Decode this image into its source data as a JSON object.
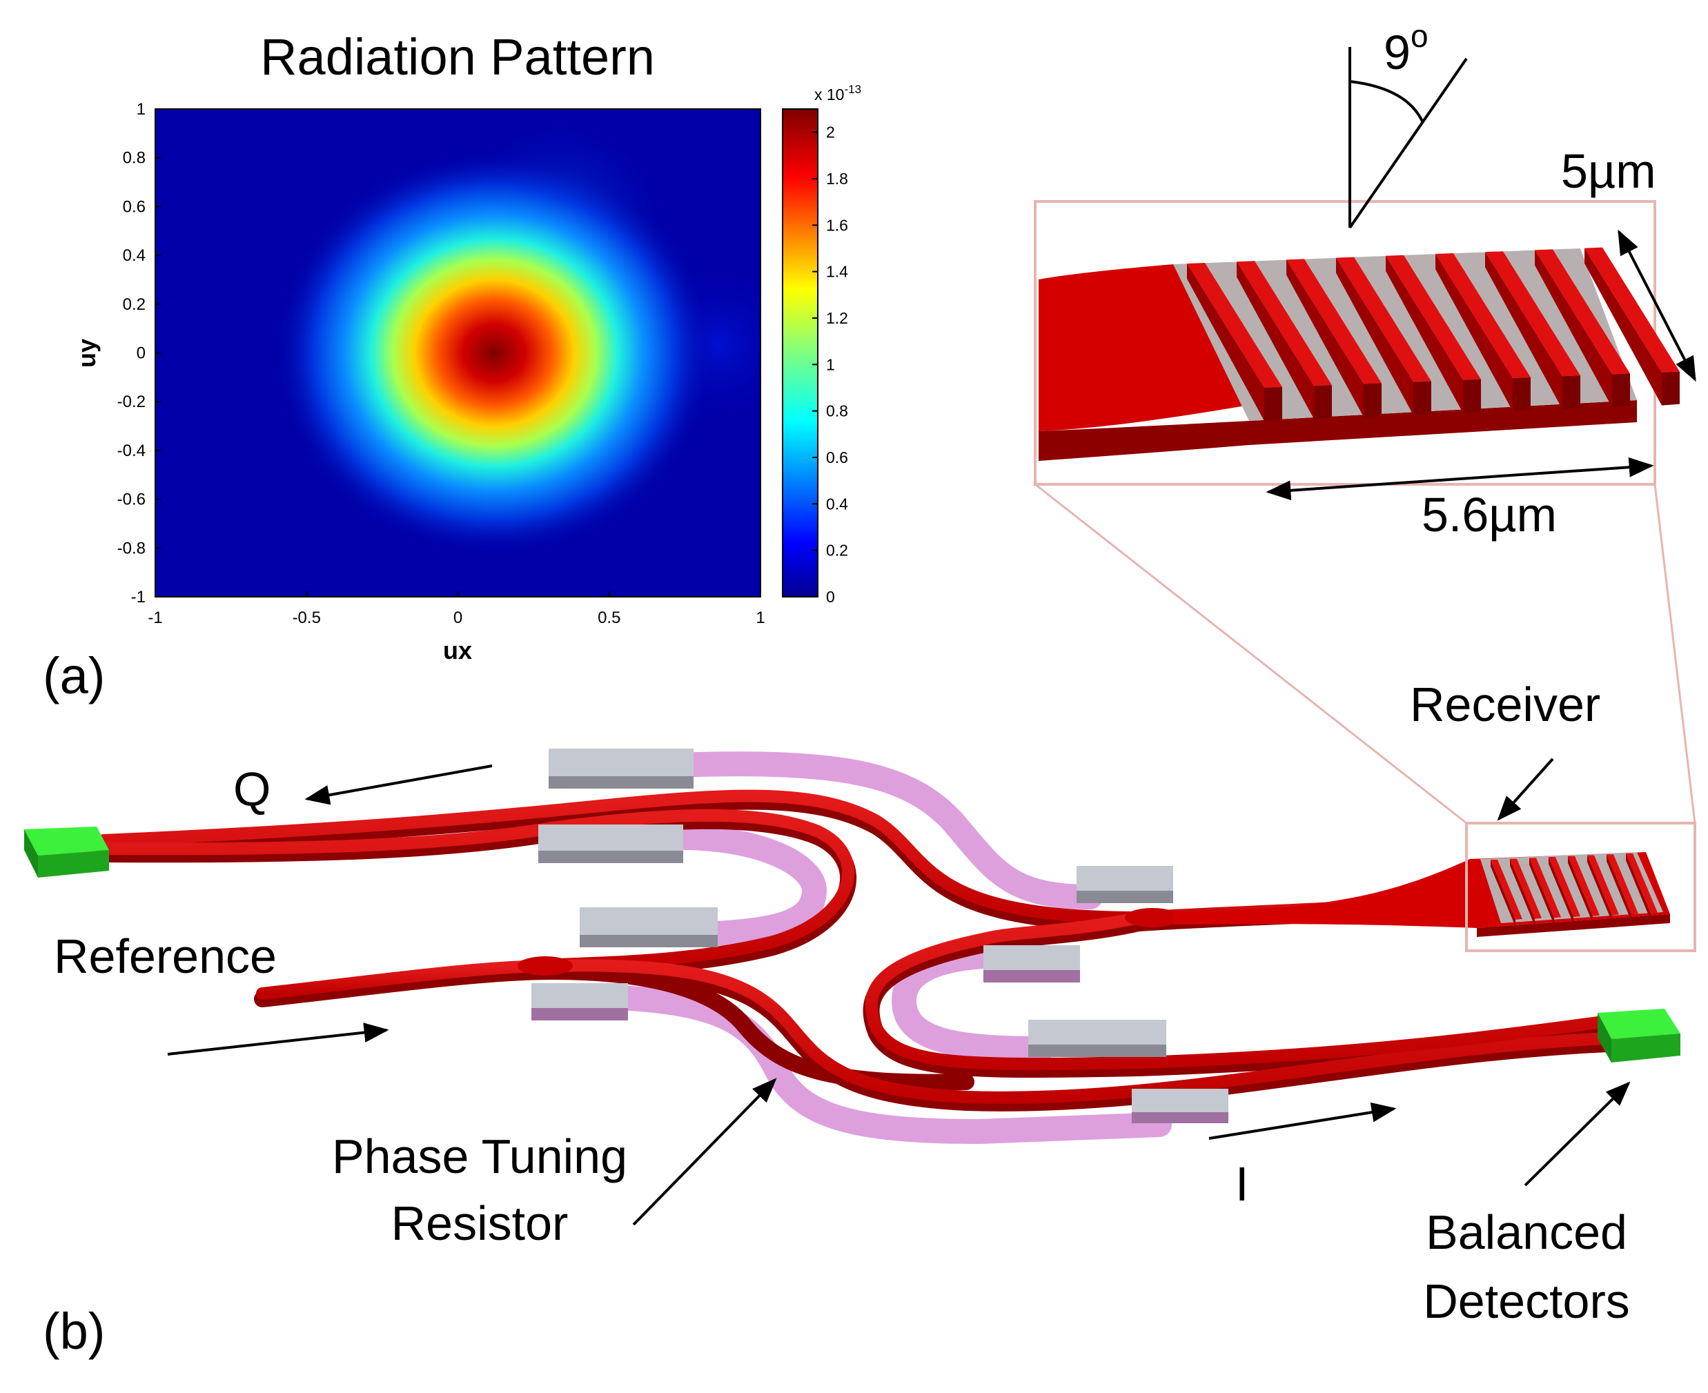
{
  "panel_a": {
    "label": "(a)",
    "title": "Radiation Pattern",
    "xlabel": "ux",
    "ylabel": "uy",
    "xticks": [
      "-1",
      "-0.5",
      "0",
      "0.5",
      "1"
    ],
    "yticks": [
      "1",
      "0.8",
      "0.6",
      "0.4",
      "0.2",
      "0",
      "-0.2",
      "-0.4",
      "-0.6",
      "-0.8",
      "-1"
    ],
    "colorbar_exponent": "x 10",
    "colorbar_exponent_power": "-13",
    "colorbar_ticks": [
      "2",
      "1.8",
      "1.6",
      "1.4",
      "1.2",
      "1",
      "0.8",
      "0.6",
      "0.4",
      "0.2",
      "0"
    ]
  },
  "chart_data": {
    "type": "heatmap",
    "title": "Radiation Pattern",
    "xlabel": "ux",
    "ylabel": "uy",
    "xlim": [
      -1,
      1
    ],
    "ylim": [
      -1,
      1
    ],
    "colorbar_range": [
      0,
      2.1e-13
    ],
    "colormap": "jet",
    "peak": {
      "ux": 0.12,
      "uy": 0.0,
      "value": 2.1e-13
    }
  },
  "panel_b": {
    "label": "(b)",
    "angle_label": "9",
    "angle_sup": "o",
    "width_label": "5µm",
    "length_label": "5.6µm",
    "receiver_label": "Receiver",
    "q_label": "Q",
    "i_label": "I",
    "reference_label": "Reference",
    "resistor_label_1": "Phase Tuning",
    "resistor_label_2": "Resistor",
    "detector_label_1": "Balanced",
    "detector_label_2": "Detectors"
  },
  "colors": {
    "waveguide": "#d40000",
    "waveguide_dark": "#8c0000",
    "resistor_track": "#dda0dd",
    "heater_pad": "#c4c8d0",
    "detector": "#22cc22",
    "zoom_frame": "#e8b4b0"
  }
}
